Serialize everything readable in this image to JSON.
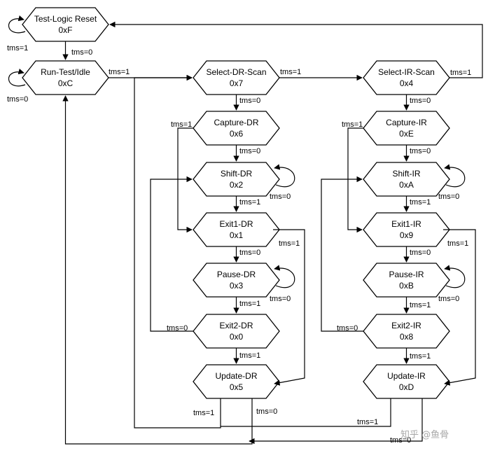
{
  "states": {
    "test_logic_reset": {
      "name": "Test-Logic Reset",
      "code": "0xF"
    },
    "run_test_idle": {
      "name": "Run-Test/Idle",
      "code": "0xC"
    },
    "select_dr_scan": {
      "name": "Select-DR-Scan",
      "code": "0x7"
    },
    "capture_dr": {
      "name": "Capture-DR",
      "code": "0x6"
    },
    "shift_dr": {
      "name": "Shift-DR",
      "code": "0x2"
    },
    "exit1_dr": {
      "name": "Exit1-DR",
      "code": "0x1"
    },
    "pause_dr": {
      "name": "Pause-DR",
      "code": "0x3"
    },
    "exit2_dr": {
      "name": "Exit2-DR",
      "code": "0x0"
    },
    "update_dr": {
      "name": "Update-DR",
      "code": "0x5"
    },
    "select_ir_scan": {
      "name": "Select-IR-Scan",
      "code": "0x4"
    },
    "capture_ir": {
      "name": "Capture-IR",
      "code": "0xE"
    },
    "shift_ir": {
      "name": "Shift-IR",
      "code": "0xA"
    },
    "exit1_ir": {
      "name": "Exit1-IR",
      "code": "0x9"
    },
    "pause_ir": {
      "name": "Pause-IR",
      "code": "0xB"
    },
    "exit2_ir": {
      "name": "Exit2-IR",
      "code": "0x8"
    },
    "update_ir": {
      "name": "Update-IR",
      "code": "0xD"
    }
  },
  "labels": {
    "tms0": "tms=0",
    "tms1": "tms=1"
  },
  "watermark": "知乎 @鱼骨"
}
